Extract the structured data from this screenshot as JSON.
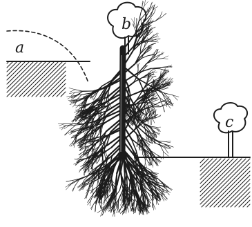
{
  "figure": {
    "labels": {
      "a": "a",
      "b": "b",
      "c": "c"
    },
    "colors": {
      "ink": "#1c1c1c",
      "paper": "#ffffff"
    }
  }
}
